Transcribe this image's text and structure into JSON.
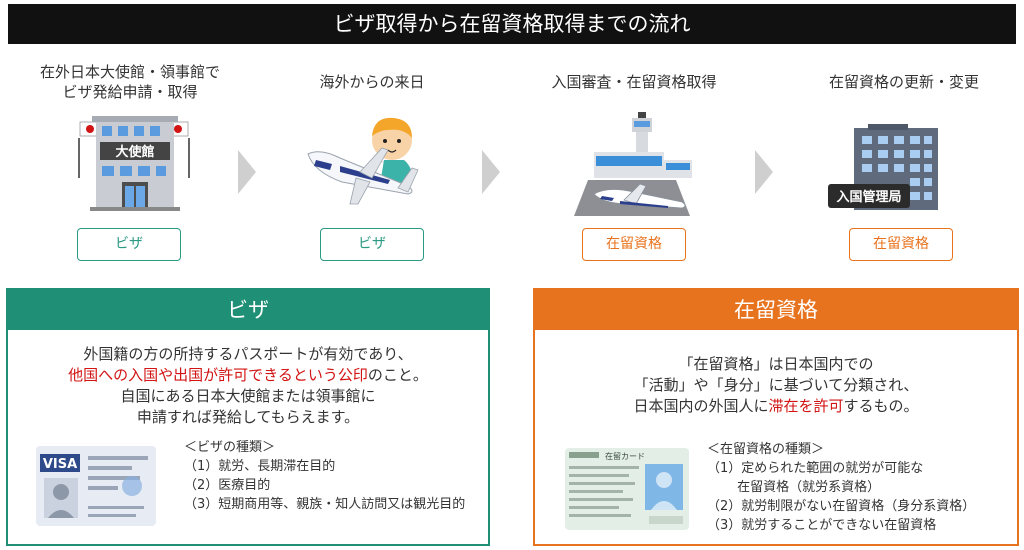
{
  "title": "ビザ取得から在留資格取得までの流れ",
  "steps": [
    {
      "line1": "在外日本大使館・領事館で",
      "line2": "ビザ発給申請・取得",
      "tag": "ビザ",
      "building_sign": "大使館"
    },
    {
      "line1": "海外からの来日",
      "line2": "",
      "tag": "ビザ"
    },
    {
      "line1": "入国審査・在留資格取得",
      "line2": "",
      "tag": "在留資格"
    },
    {
      "line1": "在留資格の更新・変更",
      "line2": "",
      "tag": "在留資格",
      "building_sign": "入国管理局"
    }
  ],
  "visa_panel": {
    "title": "ビザ",
    "desc_line1": "外国籍の方の所持するパスポートが有効であり、",
    "desc_line2_red": "他国への入国や出国が許可できるという公印",
    "desc_line2_tail": "のこと。",
    "desc_line3": "自国にある日本大使館または領事館に",
    "desc_line4": "申請すれば発給してもらえます。",
    "types_title": "＜ビザの種類＞",
    "types": [
      "（1）就労、長期滞在目的",
      "（2）医療目的",
      "（3）短期商用等、親族・知人訪問又は観光目的"
    ],
    "card_label": "VISA"
  },
  "status_panel": {
    "title": "在留資格",
    "desc_line1": "「在留資格」は日本国内での",
    "desc_line2": "「活動」や「身分」に基づいて分類され、",
    "desc_line3_head": "日本国内の外国人に",
    "desc_line3_red": "滞在を許可",
    "desc_line3_tail": "するもの。",
    "types_title": "＜在留資格の種類＞",
    "types": [
      "（1）定められた範囲の就労が可能な",
      "　　 在留資格（就労系資格）",
      "（2）就労制限がない在留資格（身分系資格）",
      "（3）就労することができない在留資格"
    ],
    "card_label": "在留カード"
  },
  "colors": {
    "visa": "#1f8f76",
    "status": "#e8731e",
    "emphasis": "#d21414",
    "arrow": "#cfcfcf"
  }
}
